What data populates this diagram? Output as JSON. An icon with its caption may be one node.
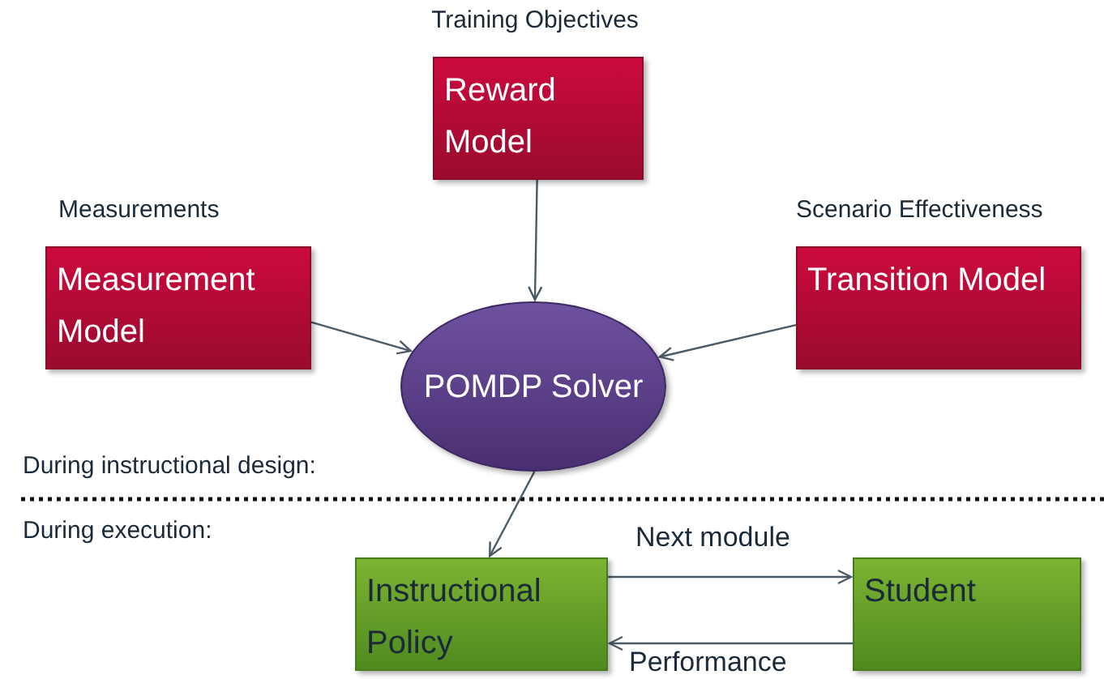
{
  "diagram": {
    "nodes": [
      {
        "text": [
          "Reward Model"
        ],
        "beside": [
          "Training Objectives"
        ]
      },
      {
        "text": [
          "Measurement Model"
        ],
        "beside": [
          "Measurements"
        ]
      },
      {
        "text": [
          "Transition Model"
        ],
        "beside": [
          "Scenario Effectiveness"
        ]
      },
      {
        "text": [
          "POMDP Solver"
        ]
      },
      {
        "text": [
          "Instructional Policy"
        ]
      },
      {
        "text": [
          "Student"
        ]
      }
    ],
    "edges": [
      {
        "from": 0,
        "to": 3,
        "arrow": "to"
      },
      {
        "from": 1,
        "to": 3,
        "arrow": "to"
      },
      {
        "from": 2,
        "to": 3,
        "arrow": "to"
      },
      {
        "from": 3,
        "to": 4,
        "arrow": "to"
      },
      {
        "from": 4,
        "to": 5,
        "arrow": "to",
        "label": "Next module"
      },
      {
        "from": 5,
        "to": 4,
        "arrow": "to",
        "label": "Performance"
      }
    ],
    "labels": [
      "During instructional design:",
      "During execution:"
    ]
  }
}
